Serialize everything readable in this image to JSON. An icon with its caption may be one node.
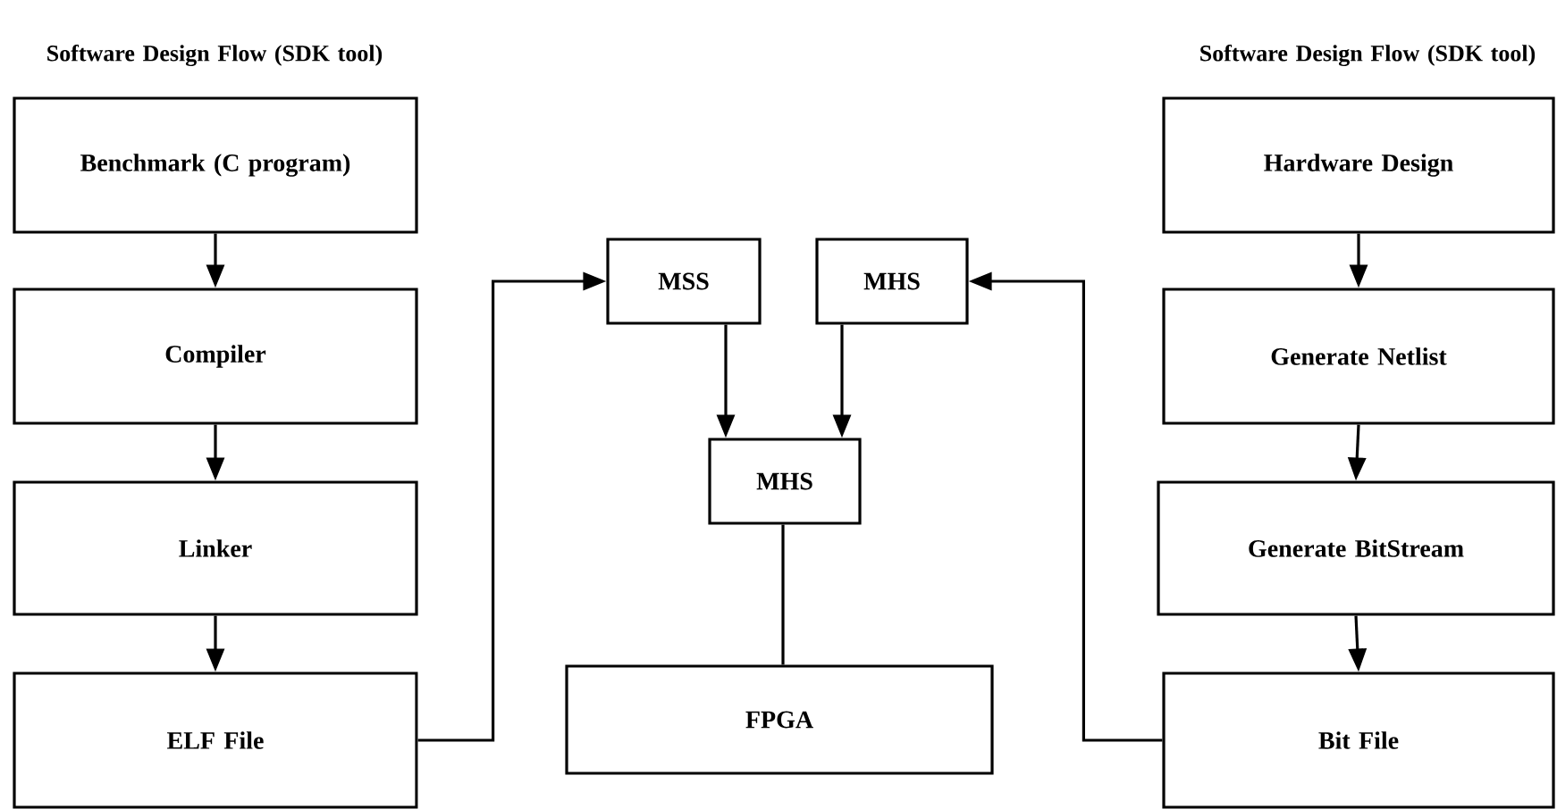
{
  "diagram": {
    "nodes": [
      {
        "text": [
          "Benchmark (C program)"
        ]
      },
      {
        "text": [
          "Compiler"
        ]
      },
      {
        "text": [
          "Linker"
        ]
      },
      {
        "text": [
          "ELF File"
        ]
      },
      {
        "text": [
          "MSS"
        ]
      },
      {
        "text": [
          "MHS"
        ]
      },
      {
        "text": [
          "MHS"
        ]
      },
      {
        "text": [
          "FPGA"
        ]
      },
      {
        "text": [
          "Hardware Design"
        ]
      },
      {
        "text": [
          "Generate Netlist"
        ]
      },
      {
        "text": [
          "Generate BitStream"
        ]
      },
      {
        "text": [
          "Bit File"
        ]
      }
    ],
    "edges": [
      {
        "from": 0,
        "to": 1,
        "arrow": "to"
      },
      {
        "from": 1,
        "to": 2,
        "arrow": "to"
      },
      {
        "from": 2,
        "to": 3,
        "arrow": "to"
      },
      {
        "from": 3,
        "to": 4,
        "arrow": "to"
      },
      {
        "from": 4,
        "to": 6,
        "arrow": "to"
      },
      {
        "from": 5,
        "to": 6,
        "arrow": "to"
      },
      {
        "from": 6,
        "to": 7,
        "arrow": "none"
      },
      {
        "from": 8,
        "to": 9,
        "arrow": "to"
      },
      {
        "from": 9,
        "to": 10,
        "arrow": "to"
      },
      {
        "from": 10,
        "to": 11,
        "arrow": "to"
      },
      {
        "from": 11,
        "to": 5,
        "arrow": "to"
      }
    ],
    "labels": [
      "Software Design Flow (SDK tool)",
      "Software Design Flow (SDK tool)"
    ]
  }
}
